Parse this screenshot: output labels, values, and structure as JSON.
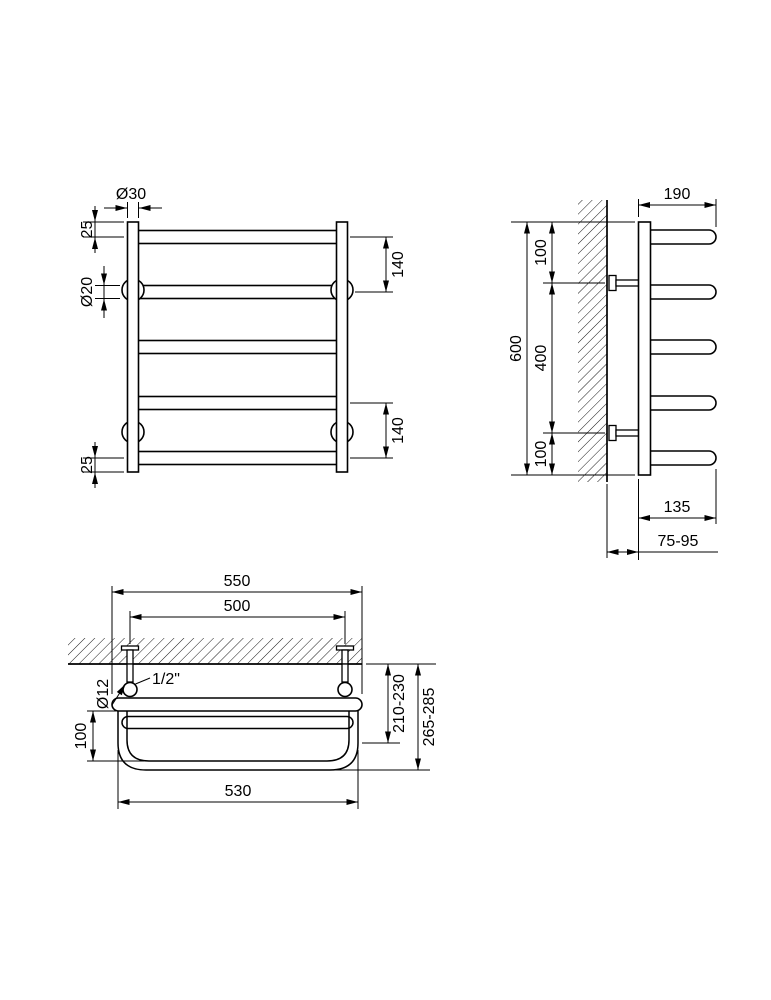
{
  "front_view": {
    "post_diameter": "Ø30",
    "rail_diameter": "Ø20",
    "top_offset": "25",
    "bottom_offset": "25",
    "upper_rail_spacing": "140",
    "lower_rail_spacing": "140"
  },
  "side_view": {
    "rail_length": "190",
    "overall_height": "600",
    "upper_bracket_offset": "100",
    "bracket_spacing": "400",
    "lower_bracket_offset": "100",
    "bracket_depth": "135",
    "wall_clearance": "75-95"
  },
  "plan_view": {
    "overall_width": "550",
    "bracket_center_distance": "500",
    "connection_thread": "1/2\"",
    "bracket_rod_diameter": "Ø12",
    "shelf_offset": "100",
    "wall_to_rail": "210-230",
    "wall_to_shelf_edge": "265-285",
    "shelf_width": "530"
  }
}
